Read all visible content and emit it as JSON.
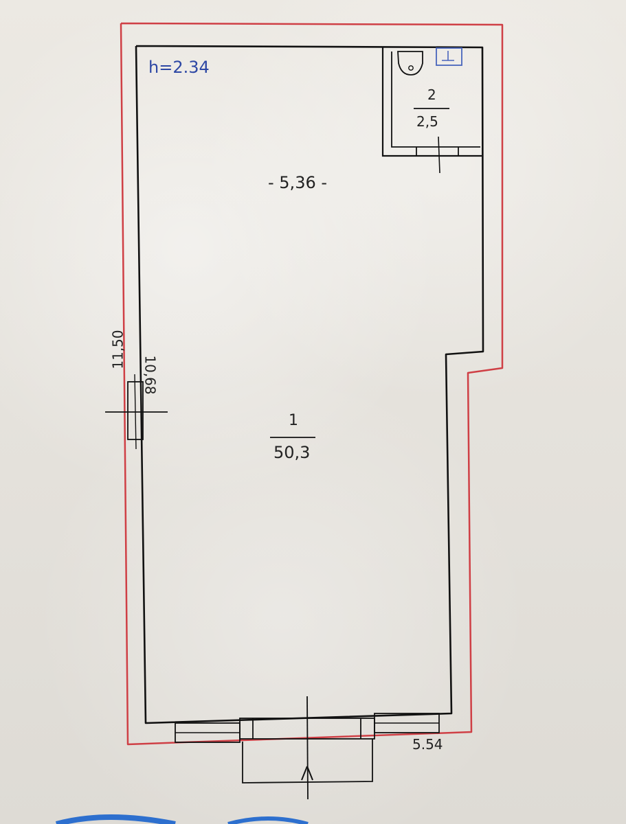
{
  "plan": {
    "height_label": "h=2.34",
    "room_1": {
      "number": "1",
      "area": "50,3"
    },
    "room_2": {
      "number": "2",
      "area": "2,5"
    },
    "dimensions": {
      "top_width": "- 5,36 -",
      "outer_height": "11,50",
      "inner_height": "10,68",
      "bottom_width": "5.54"
    },
    "colors": {
      "paper": "#e7e4de",
      "black_line": "#111111",
      "red_line": "#cf3f45",
      "blue_text": "#2d47a4"
    },
    "icons": {
      "toilet": "toilet-icon",
      "sink": "sink-icon"
    }
  }
}
